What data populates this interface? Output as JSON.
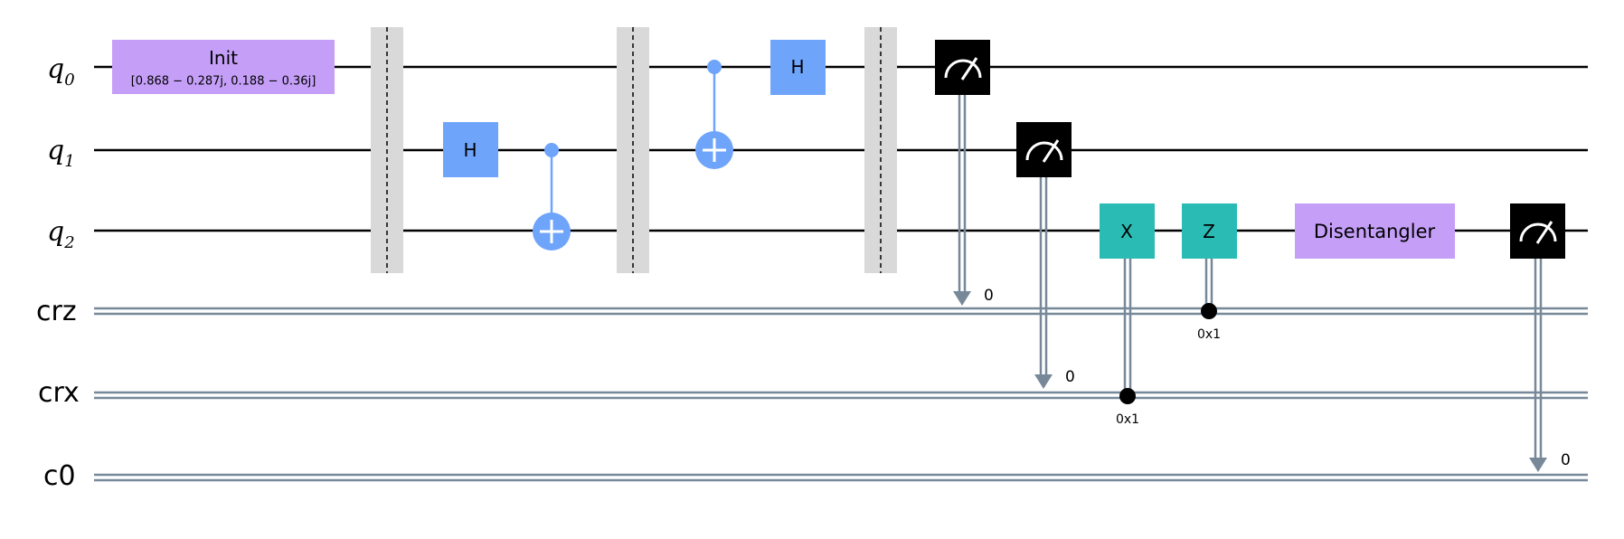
{
  "wires": [
    {
      "id": "q0",
      "kind": "quantum",
      "base": "q",
      "sub": "0"
    },
    {
      "id": "q1",
      "kind": "quantum",
      "base": "q",
      "sub": "1"
    },
    {
      "id": "q2",
      "kind": "quantum",
      "base": "q",
      "sub": "2"
    },
    {
      "id": "crz",
      "kind": "classical",
      "label": "crz"
    },
    {
      "id": "crx",
      "kind": "classical",
      "label": "crx"
    },
    {
      "id": "c0",
      "kind": "classical",
      "label": "c0"
    }
  ],
  "init_gate": {
    "label": "Init",
    "params": "[0.868 − 0.287j, 0.188 − 0.36j]"
  },
  "gates": {
    "h_q1": "H",
    "h_q0": "H",
    "x_q2": "X",
    "z_q2": "Z",
    "disentangler": "Disentangler"
  },
  "measure_bit_labels": {
    "m0": "0",
    "m1": "0",
    "m2": "0"
  },
  "condition_labels": {
    "x_cond": "0x1",
    "z_cond": "0x1"
  },
  "colors": {
    "init": "#c49ef7",
    "h_gate": "#6fa4fb",
    "cnot": "#6fa4fb",
    "pauli": "#2bbbb5",
    "disentangler": "#c49ef7",
    "measure": "#000000",
    "classical_wire": "#778899",
    "barrier": "#d9d9d9"
  }
}
